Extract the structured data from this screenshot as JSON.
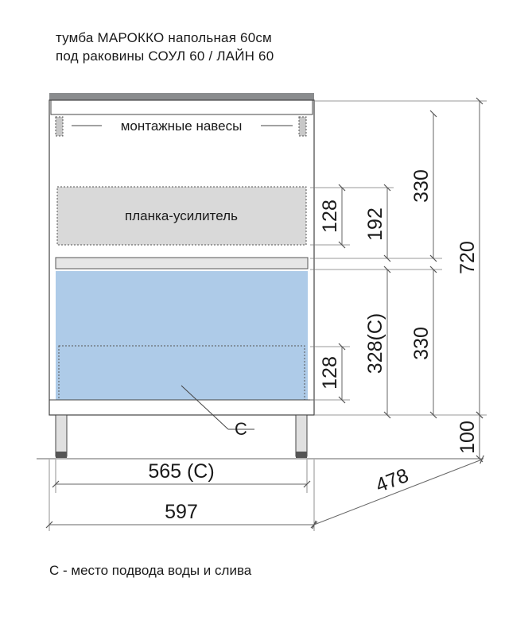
{
  "title": {
    "line1": "тумба МАРОККО напольная 60см",
    "line2": "под раковины СОУЛ 60 / ЛАЙН 60"
  },
  "labels": {
    "mounting_hangers": "монтажные навесы",
    "reinforcing_bar": "планка-усилитель",
    "connection_point": "C"
  },
  "dimensions": {
    "d330_top": "330",
    "d330_bottom": "330",
    "d720": "720",
    "d128_top": "128",
    "d128_bottom": "128",
    "d192": "192",
    "d328c": "328(C)",
    "d100": "100",
    "d565c": "565 (C)",
    "d597": "597",
    "d478": "478"
  },
  "footnote": "C - место подвода воды и слива",
  "colors": {
    "countertop": "#8a8c8e",
    "reinforcing_bar_fill": "#d9d9d9",
    "drawer_fill": "#aecbe8",
    "line": "#444444",
    "dim_line": "#666666"
  }
}
